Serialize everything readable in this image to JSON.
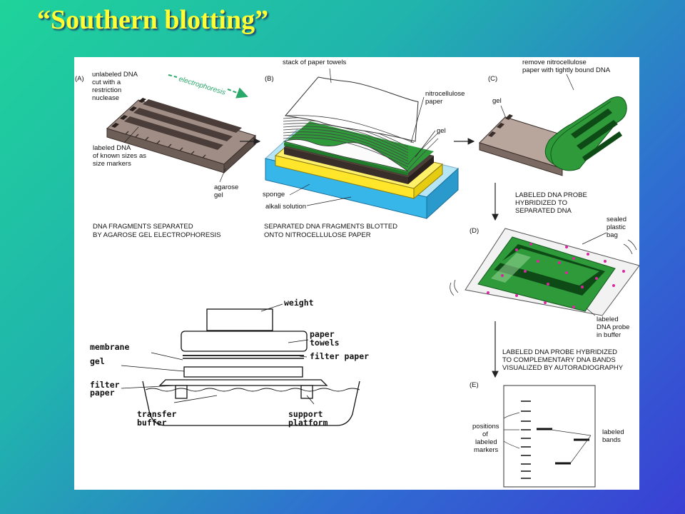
{
  "title": "“Southern blotting”",
  "panel_a": {
    "letter": "(A)",
    "unlabeled": [
      "unlabeled DNA",
      "cut with a",
      "restriction",
      "nuclease"
    ],
    "arrow": "electrophoresis",
    "labeled": [
      "labeled DNA",
      "of known sizes as",
      "size markers"
    ],
    "agarose": [
      "agarose",
      "gel"
    ],
    "caption": [
      "DNA FRAGMENTS SEPARATED",
      "BY AGAROSE GEL ELECTROPHORESIS"
    ]
  },
  "panel_b": {
    "letter": "(B)",
    "stack": "stack of paper towels",
    "nitro": [
      "nitrocellulose",
      "paper"
    ],
    "gel": "gel",
    "sponge": "sponge",
    "alkali": "alkali solution",
    "caption": [
      "SEPARATED DNA FRAGMENTS BLOTTED",
      "ONTO NITROCELLULOSE PAPER"
    ]
  },
  "panel_c": {
    "letter": "(C)",
    "remove": [
      "remove nitrocellulose",
      "paper with tightly bound DNA"
    ],
    "gel": "gel",
    "caption": [
      "LABELED DNA PROBE",
      "HYBRIDIZED TO",
      "SEPARATED DNA"
    ]
  },
  "panel_d": {
    "letter": "(D)",
    "bag": [
      "sealed",
      "plastic",
      "bag"
    ],
    "probe": [
      "labeled",
      "DNA probe",
      "in buffer"
    ],
    "caption": [
      "LABELED DNA PROBE HYBRIDIZED",
      "TO COMPLEMENTARY DNA BANDS",
      "VISUALIZED BY AUTORADIOGRAPHY"
    ]
  },
  "panel_e": {
    "letter": "(E)",
    "positions": [
      "positions",
      "of",
      "labeled",
      "markers"
    ],
    "bands": [
      "labeled",
      "bands"
    ]
  },
  "apparatus": {
    "weight": "weight",
    "towels": [
      "paper",
      "towels"
    ],
    "membrane": "membrane",
    "filter_top": "filter paper",
    "gel": "gel",
    "filter_bottom": [
      "filter",
      "paper"
    ],
    "buffer": [
      "transfer",
      "buffer"
    ],
    "platform": [
      "support",
      "platform"
    ]
  },
  "colors": {
    "title": "#ffff33",
    "gel": "#a08e86",
    "gel_dark": "#4a3c38",
    "nitro": "#2e9a3a",
    "sponge": "#ffe62a",
    "alkali": "#37b6ea",
    "probe": "#d8289e"
  }
}
